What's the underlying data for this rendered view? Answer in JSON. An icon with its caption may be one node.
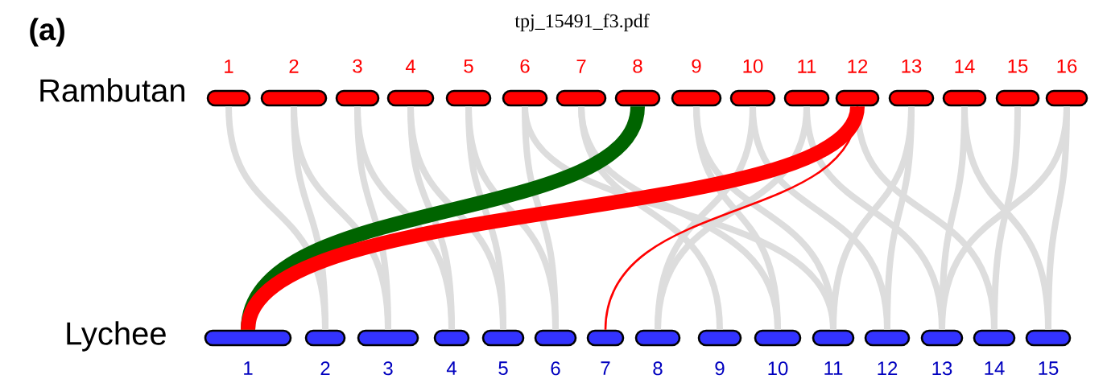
{
  "diagram": {
    "nodes": [
      {
        "text": [
          "1"
        ]
      },
      {
        "text": [
          "2"
        ]
      },
      {
        "text": [
          "3"
        ]
      },
      {
        "text": [
          "4"
        ]
      },
      {
        "text": [
          "5"
        ]
      },
      {
        "text": [
          "6"
        ]
      },
      {
        "text": [
          "7"
        ]
      },
      {
        "text": [
          "8"
        ]
      },
      {
        "text": [
          "9"
        ]
      },
      {
        "text": [
          "10"
        ]
      },
      {
        "text": [
          "11"
        ]
      },
      {
        "text": [
          "12"
        ]
      },
      {
        "text": [
          "13"
        ]
      },
      {
        "text": [
          "14"
        ]
      },
      {
        "text": [
          "15"
        ]
      },
      {
        "text": [
          "16"
        ]
      },
      {
        "text": [
          "1"
        ]
      },
      {
        "text": [
          "2"
        ]
      },
      {
        "text": [
          "3"
        ]
      },
      {
        "text": [
          "4"
        ]
      },
      {
        "text": [
          "5"
        ]
      },
      {
        "text": [
          "6"
        ]
      },
      {
        "text": [
          "7"
        ]
      },
      {
        "text": [
          "8"
        ]
      },
      {
        "text": [
          "9"
        ]
      },
      {
        "text": [
          "10"
        ]
      },
      {
        "text": [
          "11"
        ]
      },
      {
        "text": [
          "12"
        ]
      },
      {
        "text": [
          "13"
        ]
      },
      {
        "text": [
          "14"
        ]
      },
      {
        "text": [
          "15"
        ]
      }
    ],
    "edges": [
      {
        "from": 0,
        "to": 17,
        "arrow": "none"
      },
      {
        "from": 1,
        "to": 17,
        "arrow": "none"
      },
      {
        "from": 1,
        "to": 18,
        "arrow": "none"
      },
      {
        "from": 2,
        "to": 18,
        "arrow": "none"
      },
      {
        "from": 2,
        "to": 19,
        "arrow": "none"
      },
      {
        "from": 3,
        "to": 19,
        "arrow": "none"
      },
      {
        "from": 3,
        "to": 20,
        "arrow": "none"
      },
      {
        "from": 4,
        "to": 20,
        "arrow": "none"
      },
      {
        "from": 4,
        "to": 21,
        "arrow": "none"
      },
      {
        "from": 5,
        "to": 21,
        "arrow": "none"
      },
      {
        "from": 5,
        "to": 26,
        "arrow": "none"
      },
      {
        "from": 6,
        "to": 24,
        "arrow": "none"
      },
      {
        "from": 6,
        "to": 25,
        "arrow": "none"
      },
      {
        "from": 8,
        "to": 25,
        "arrow": "none"
      },
      {
        "from": 8,
        "to": 26,
        "arrow": "none"
      },
      {
        "from": 9,
        "to": 23,
        "arrow": "none"
      },
      {
        "from": 9,
        "to": 27,
        "arrow": "none"
      },
      {
        "from": 10,
        "to": 23,
        "arrow": "none"
      },
      {
        "from": 10,
        "to": 28,
        "arrow": "none"
      },
      {
        "from": 11,
        "to": 29,
        "arrow": "none"
      },
      {
        "from": 12,
        "to": 26,
        "arrow": "none"
      },
      {
        "from": 12,
        "to": 27,
        "arrow": "none"
      },
      {
        "from": 13,
        "to": 28,
        "arrow": "none"
      },
      {
        "from": 13,
        "to": 30,
        "arrow": "none"
      },
      {
        "from": 14,
        "to": 29,
        "arrow": "none"
      },
      {
        "from": 15,
        "to": 28,
        "arrow": "none"
      },
      {
        "from": 15,
        "to": 30,
        "arrow": "none"
      },
      {
        "from": 7,
        "to": 16,
        "arrow": "none",
        "style": "thick",
        "color": "#006400"
      },
      {
        "from": 11,
        "to": 16,
        "arrow": "none",
        "style": "thick",
        "color": "#ff0000"
      },
      {
        "from": 11,
        "to": 22,
        "arrow": "none",
        "color": "#ff0000"
      }
    ],
    "labels": [
      "(a)",
      "tpj_15491_f3.pdf",
      "Rambutan",
      "Lychee"
    ]
  }
}
